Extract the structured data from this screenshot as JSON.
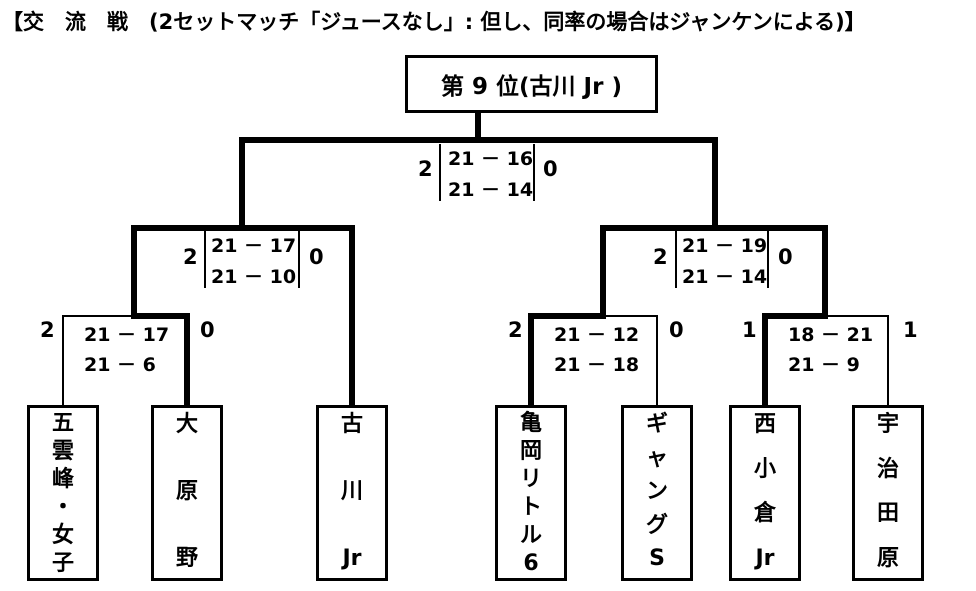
{
  "title": "【交　流　戦　(2セットマッチ「ジュースなし」: 但し、同率の場合はジャンケンによる)】",
  "champion": "第 9 位(古川 Jr )",
  "teams": [
    {
      "label": "五雲峰・女子",
      "chars": [
        "五",
        "雲",
        "峰",
        "・",
        "女",
        "子"
      ]
    },
    {
      "label": "大原野",
      "chars": [
        "大",
        "原",
        "野"
      ]
    },
    {
      "label": "古川Jr",
      "chars": [
        "古",
        "川",
        "Jr"
      ]
    },
    {
      "label": "亀岡リトル6",
      "chars": [
        "亀",
        "岡",
        "リ",
        "ト",
        "ル",
        "6"
      ]
    },
    {
      "label": "ギャングS",
      "chars": [
        "ギ",
        "ャ",
        "ン",
        "グ",
        "S"
      ]
    },
    {
      "label": "西小倉Jr",
      "chars": [
        "西",
        "小",
        "倉",
        "Jr"
      ]
    },
    {
      "label": "宇治田原",
      "chars": [
        "宇",
        "治",
        "田",
        "原"
      ]
    }
  ],
  "matches": {
    "final": {
      "left": "2",
      "right": "0",
      "game1": "21 － 16",
      "game2": "21 － 14"
    },
    "left_semi": {
      "left": "2",
      "right": "0",
      "game1": "21 － 17",
      "game2": "21 － 10"
    },
    "right_semi": {
      "left": "2",
      "right": "0",
      "game1": "21 － 19",
      "game2": "21 － 14"
    },
    "r1_a": {
      "left": "2",
      "right": "0",
      "game1": "21 － 17",
      "game2": "21 － 6"
    },
    "r1_b": {
      "left": "2",
      "right": "0",
      "game1": "21 － 12",
      "game2": "21 － 18"
    },
    "r1_c": {
      "left": "1",
      "right": "1",
      "game1": "18 － 21",
      "game2": "21 － 9"
    }
  }
}
